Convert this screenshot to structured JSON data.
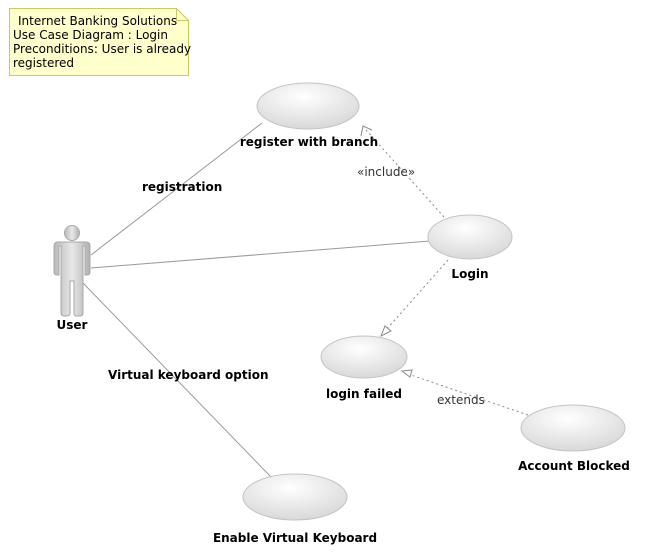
{
  "note": {
    "lines": [
      "Internet Banking Solutions",
      "Use Case Diagram : Login",
      "Preconditions: User is already",
      "registered"
    ],
    "fill_color": "#ffffcc",
    "border_color": "#c8c864"
  },
  "actor": {
    "label": "User",
    "color": "#c8c8c8"
  },
  "use_cases": [
    {
      "id": "register",
      "label": "register with branch"
    },
    {
      "id": "login",
      "label": "Login"
    },
    {
      "id": "login_failed",
      "label": "login failed"
    },
    {
      "id": "account_blocked",
      "label": "Account Blocked"
    },
    {
      "id": "virtual_kb",
      "label": "Enable Virtual Keyboard"
    }
  ],
  "associations": [
    {
      "id": "a1",
      "from": "actor",
      "to": "register",
      "label": "registration"
    },
    {
      "id": "a2",
      "from": "actor",
      "to": "login",
      "label": ""
    },
    {
      "id": "a3",
      "from": "actor",
      "to": "virtual_kb",
      "label": "Virtual keyboard option"
    }
  ],
  "dependencies": [
    {
      "id": "d1",
      "from": "login",
      "to": "register",
      "label": "«include»"
    },
    {
      "id": "d2",
      "from": "login",
      "to": "login_failed",
      "label": ""
    },
    {
      "id": "d3",
      "from": "account_blocked",
      "to": "login_failed",
      "label": "extends"
    }
  ],
  "colors": {
    "usecase_fill_light": "#ffffff",
    "usecase_fill_dark": "#d8d8d8",
    "line": "#999999"
  }
}
